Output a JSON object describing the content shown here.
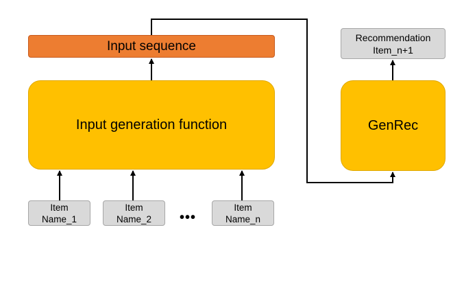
{
  "colors": {
    "input_sequence_fill": "#ED7D31",
    "input_sequence_border": "#C65A1E",
    "process_fill": "#FFC000",
    "process_border": "#E0A800",
    "item_fill": "#D9D9D9",
    "item_border": "#A6A6A6",
    "connector": "#000000"
  },
  "input_sequence": {
    "label": "Input sequence"
  },
  "input_generation_function": {
    "label": "Input generation function"
  },
  "genrec": {
    "label": "GenRec"
  },
  "recommendation": {
    "line1": "Recommendation",
    "line2": "Item_n+1"
  },
  "items": [
    {
      "line1": "Item",
      "line2": "Name_1"
    },
    {
      "line1": "Item",
      "line2": "Name_2"
    },
    {
      "line1": "Item",
      "line2": "Name_n"
    }
  ],
  "ellipsis": "•••"
}
